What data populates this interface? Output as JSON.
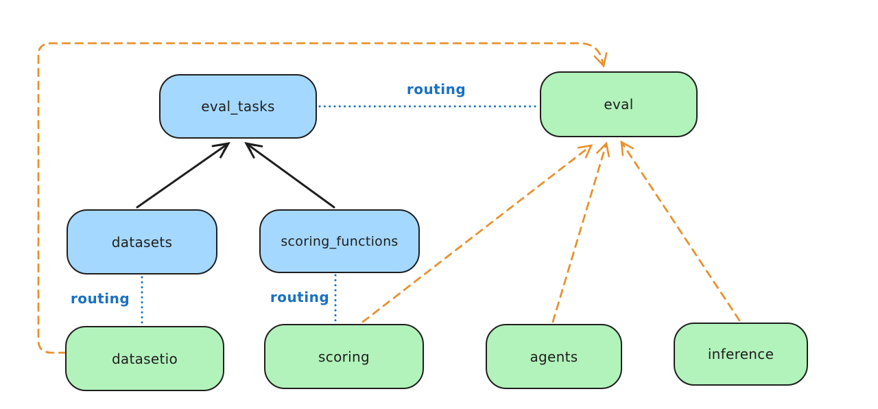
{
  "diagram": {
    "nodes": {
      "eval_tasks": {
        "label": "eval_tasks",
        "fill": "#a5d8ff"
      },
      "eval": {
        "label": "eval",
        "fill": "#b2f2bb"
      },
      "datasets": {
        "label": "datasets",
        "fill": "#a5d8ff"
      },
      "scoring_functions": {
        "label": "scoring_functions",
        "fill": "#a5d8ff"
      },
      "datasetio": {
        "label": "datasetio",
        "fill": "#b2f2bb"
      },
      "scoring": {
        "label": "scoring",
        "fill": "#b2f2bb"
      },
      "agents": {
        "label": "agents",
        "fill": "#b2f2bb"
      },
      "inference": {
        "label": "inference",
        "fill": "#b2f2bb"
      }
    },
    "edges": [
      {
        "from": "datasets",
        "to": "eval_tasks",
        "style": "solid",
        "color": "#1e1e1e",
        "arrow": true
      },
      {
        "from": "scoring_functions",
        "to": "eval_tasks",
        "style": "solid",
        "color": "#1e1e1e",
        "arrow": true
      },
      {
        "from": "eval_tasks",
        "to": "eval",
        "style": "dotted",
        "color": "#1971c2",
        "arrow": false,
        "label": "routing"
      },
      {
        "from": "datasets",
        "to": "datasetio",
        "style": "dotted",
        "color": "#1971c2",
        "arrow": false,
        "label": "routing"
      },
      {
        "from": "scoring_functions",
        "to": "scoring",
        "style": "dotted",
        "color": "#1971c2",
        "arrow": false,
        "label": "routing"
      },
      {
        "from": "datasetio",
        "to": "eval",
        "style": "dashed",
        "color": "#e8912d",
        "arrow": true,
        "route": "around-left-and-top"
      },
      {
        "from": "scoring",
        "to": "eval",
        "style": "dashed",
        "color": "#e8912d",
        "arrow": true
      },
      {
        "from": "agents",
        "to": "eval",
        "style": "dashed",
        "color": "#e8912d",
        "arrow": true
      },
      {
        "from": "inference",
        "to": "eval",
        "style": "dashed",
        "color": "#e8912d",
        "arrow": true
      }
    ],
    "colors": {
      "background": "#ffffff",
      "node_stroke": "#1e1e1e",
      "blue_fill": "#a5d8ff",
      "green_fill": "#b2f2bb",
      "routing_blue": "#1971c2",
      "orange": "#e8912d"
    }
  }
}
